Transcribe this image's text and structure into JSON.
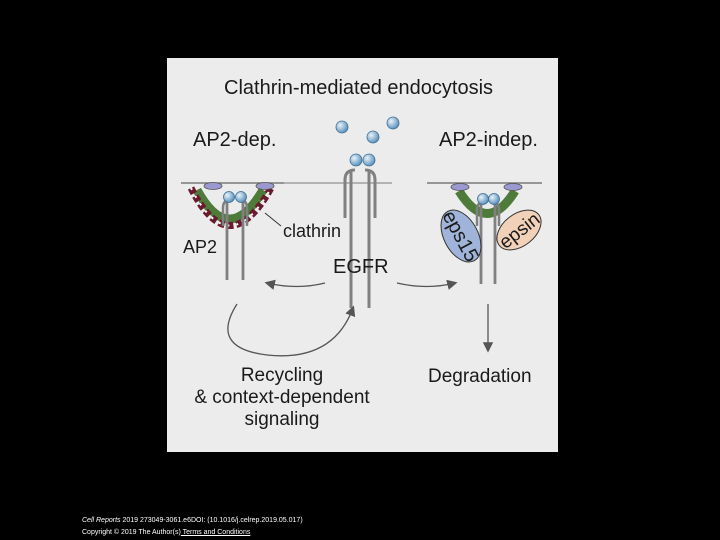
{
  "diagram": {
    "title": "Clathrin-mediated endocytosis",
    "left_pathway": "AP2-dep.",
    "right_pathway": "AP2-indep.",
    "labels": {
      "clathrin": "clathrin",
      "ap2": "AP2",
      "egfr": "EGFR",
      "eps15": "eps15",
      "epsin": "epsin"
    },
    "outcomes": {
      "recycling_line1": "Recycling",
      "recycling_line2": "& context-dependent",
      "recycling_line3": "signaling",
      "degradation": "Degradation"
    },
    "colors": {
      "ligand": "#8cb8d8",
      "clathrin_triskelion": "#6b1a2e",
      "adaptor_green": "#4e7b3a",
      "eps15": "#9fb4d8",
      "epsin": "#f1d2b8",
      "ap2_cap": "#9a9ad0",
      "membrane": "#7a7a7a"
    }
  },
  "footer": {
    "journal": "Cell Reports",
    "citation_text": " 2019 273049-3061.e6DOI: (10.1016/j.celrep.2019.05.017)",
    "copyright_text": "Copyright © 2019 The Author(s)",
    "terms_link": " Terms and Conditions"
  }
}
